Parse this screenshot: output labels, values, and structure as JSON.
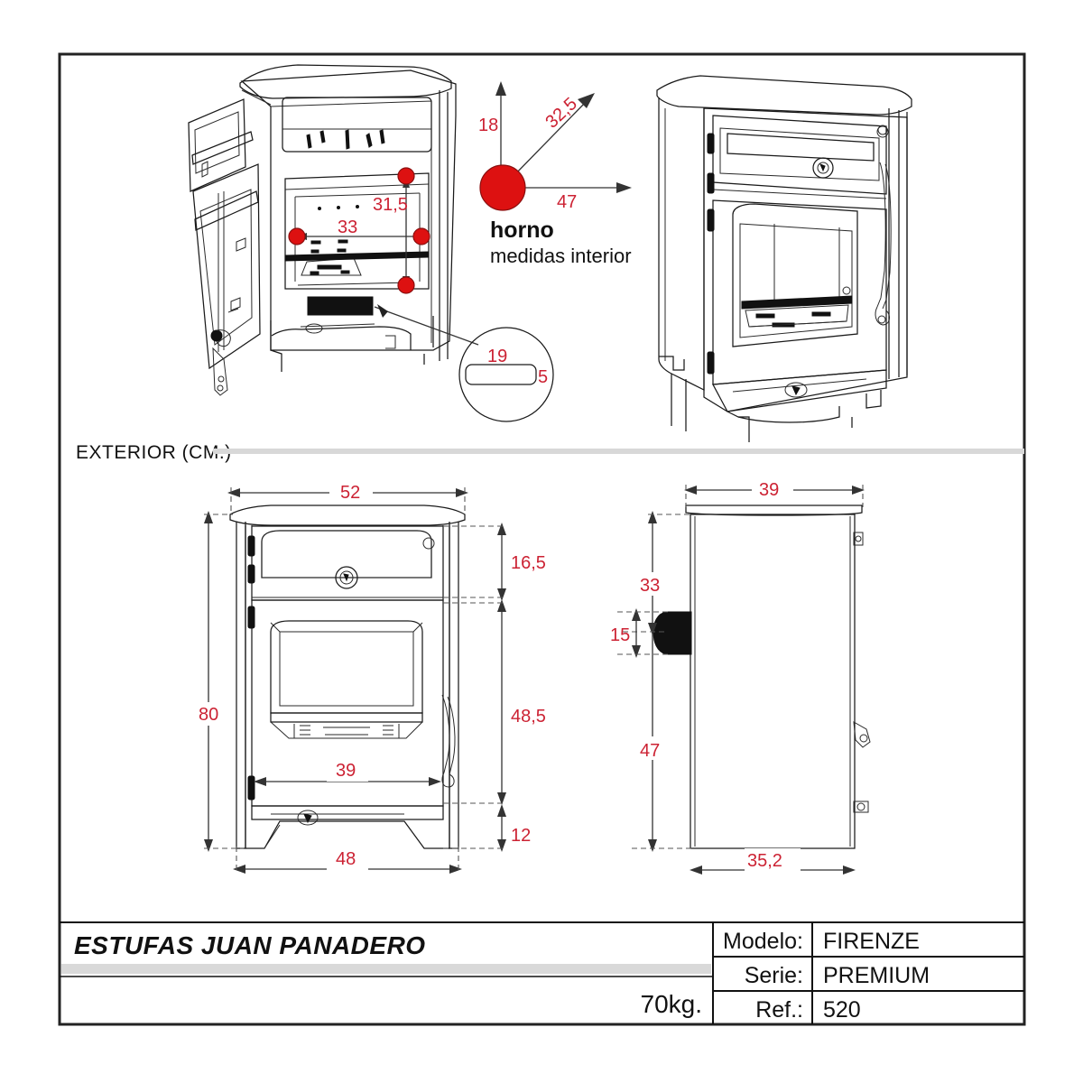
{
  "sheet": {
    "section_label": "EXTERIOR (CM.)",
    "oven_caption_line1": "horno",
    "oven_caption_line2": "medidas interior"
  },
  "oven_interior": {
    "height": "18",
    "depth_diagonal": "32,5",
    "width": "47",
    "cutaway_vertical": "31,5",
    "cutaway_horizontal": "33"
  },
  "detail_circle": {
    "length": "19",
    "height": "5"
  },
  "front_view": {
    "top_width": "52",
    "base_width": "48",
    "total_height": "80",
    "oven_door_height": "16,5",
    "firebox_height": "48,5",
    "leg_height": "12",
    "firebox_width": "39"
  },
  "side_view": {
    "top_depth": "39",
    "flue_center_height": "33",
    "flue_diameter": "15",
    "base_to_flue": "47",
    "base_depth": "35,2"
  },
  "title_block": {
    "company": "ESTUFAS JUAN PANADERO",
    "weight": "70kg.",
    "rows": [
      {
        "label": "Modelo:",
        "value": "FIRENZE"
      },
      {
        "label": "Serie:",
        "value": "PREMIUM"
      },
      {
        "label": "Ref.:",
        "value": "520"
      }
    ]
  },
  "colors": {
    "dimension_red": "#cc2233",
    "marker_red": "#dd1111",
    "line_black": "#1a1a1a"
  }
}
